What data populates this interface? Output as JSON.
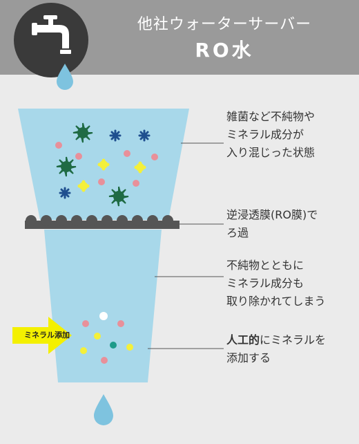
{
  "header": {
    "title": "他社ウォーターサーバー",
    "subtitle": "RO水"
  },
  "icons": {
    "faucet": "faucet-icon",
    "drop": "water-drop-icon",
    "arrow": "arrow-right-icon"
  },
  "colors": {
    "header_bg": "#9a9a9a",
    "funnel": "#a8d8ea",
    "membrane": "#555555",
    "impurity_dark_green": "#1f6b44",
    "impurity_navy": "#1f4f8f",
    "mineral_pink": "#e8909a",
    "mineral_yellow": "#f4f03a",
    "mineral_teal": "#1e9b8a",
    "arrow": "#f4f000"
  },
  "labels": {
    "mixed_state": [
      "雑菌など不純物や",
      "ミネラル成分が",
      "入り混じった状態"
    ],
    "ro_filter": [
      "逆浸透膜(RO膜)で",
      "ろ過"
    ],
    "removed": [
      "不純物とともに",
      "ミネラル成分も",
      "取り除かれてしまう"
    ],
    "added_bold": "人工的",
    "added_rest": "にミネラルを",
    "added_line2": "添加する"
  },
  "arrow_label": "ミネラル添加"
}
